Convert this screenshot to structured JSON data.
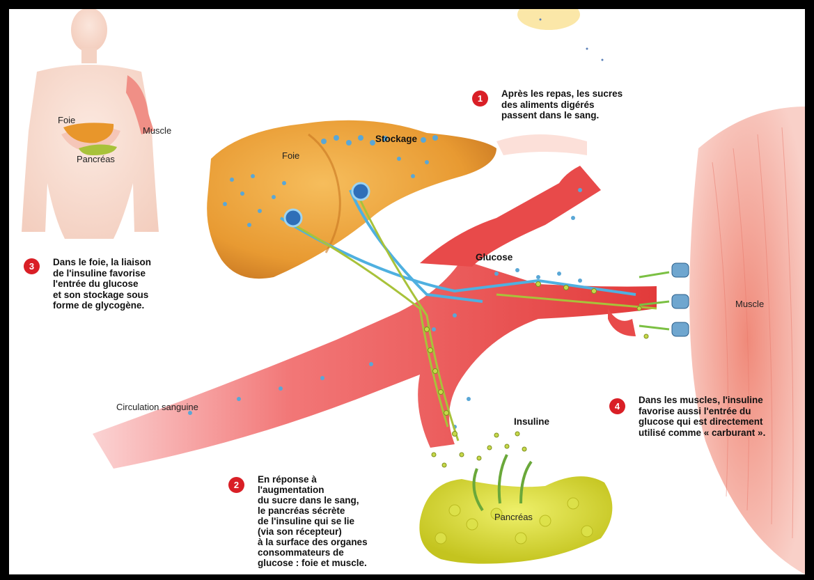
{
  "colors": {
    "accent_red": "#d91f26",
    "frame": "#000000",
    "liver": "#e8962b",
    "vessel": "#e84a4a",
    "insulin": "#a8c23a",
    "glucose": "#5aa7d6"
  },
  "labels": {
    "body_foie": "Foie",
    "body_muscle": "Muscle",
    "body_pancreas": "Pancréas",
    "liver_foie": "Foie",
    "stockage": "Stockage",
    "glucose": "Glucose",
    "muscle": "Muscle",
    "circulation": "Circulation sanguine",
    "insuline": "Insuline",
    "pancreas": "Pancréas"
  },
  "steps": [
    {
      "number": "1",
      "lines": [
        "Après les repas, les sucres",
        "des aliments digérés",
        "passent dans le sang."
      ]
    },
    {
      "number": "2",
      "lines": [
        "En réponse à",
        "l'augmentation",
        "du sucre dans le sang,",
        "le pancréas sécrète",
        "de l'insuline qui se lie",
        "(via son récepteur)",
        "à la surface des organes",
        "consommateurs de",
        "glucose : foie et muscle."
      ]
    },
    {
      "number": "3",
      "lines": [
        "Dans le foie, la liaison",
        "de l'insuline favorise",
        "l'entrée du glucose",
        "et son stockage sous",
        "forme de glycogène."
      ]
    },
    {
      "number": "4",
      "lines": [
        "Dans les muscles, l'insuline",
        "favorise aussi l'entrée du",
        "glucose qui est directement",
        "utilisé comme « carburant »."
      ]
    }
  ]
}
